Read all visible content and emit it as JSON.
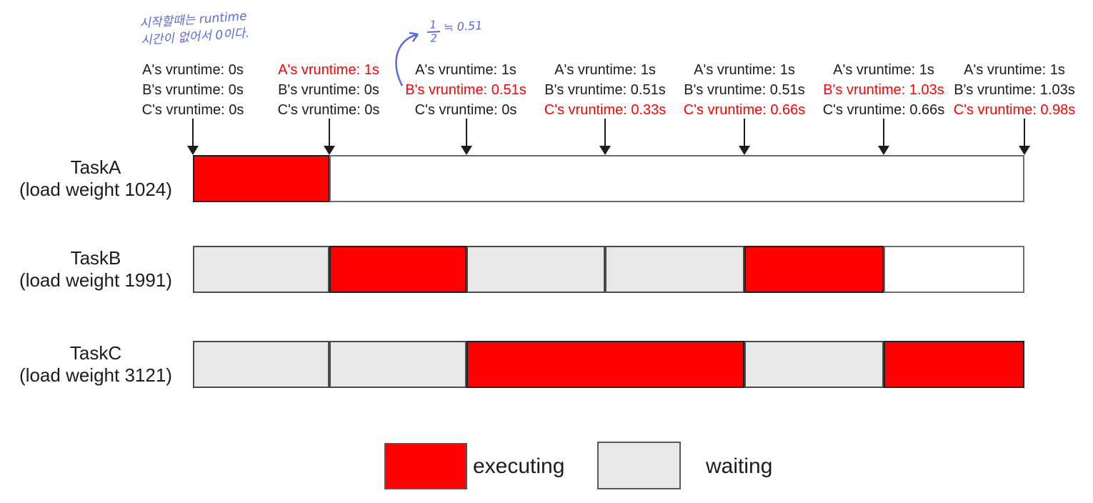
{
  "annotations": {
    "note1_line1": "시작할때는 runtime",
    "note1_line2": "시간이 없어서 0이다.",
    "note2": {
      "numerator": "1",
      "denominator": "2",
      "approx": "≒ 0.51"
    }
  },
  "vruntime_columns": [
    {
      "lines": [
        {
          "text": "A's vruntime: 0s",
          "highlighted": false
        },
        {
          "text": "B's vruntime: 0s",
          "highlighted": false
        },
        {
          "text": "C's vruntime: 0s",
          "highlighted": false
        }
      ]
    },
    {
      "lines": [
        {
          "text": "A's vruntime: 1s",
          "highlighted": true
        },
        {
          "text": "B's vruntime: 0s",
          "highlighted": false
        },
        {
          "text": "C's vruntime: 0s",
          "highlighted": false
        }
      ]
    },
    {
      "lines": [
        {
          "text": "A's vruntime: 1s",
          "highlighted": false
        },
        {
          "text": "B's vruntime: 0.51s",
          "highlighted": true
        },
        {
          "text": "C's vruntime: 0s",
          "highlighted": false
        }
      ]
    },
    {
      "lines": [
        {
          "text": "A's vruntime: 1s",
          "highlighted": false
        },
        {
          "text": "B's vruntime: 0.51s",
          "highlighted": false
        },
        {
          "text": "C's vruntime: 0.33s",
          "highlighted": true
        }
      ]
    },
    {
      "lines": [
        {
          "text": "A's vruntime: 1s",
          "highlighted": false
        },
        {
          "text": "B's vruntime: 0.51s",
          "highlighted": false
        },
        {
          "text": "C's vruntime: 0.66s",
          "highlighted": true
        }
      ]
    },
    {
      "lines": [
        {
          "text": "A's vruntime: 1s",
          "highlighted": false
        },
        {
          "text": "B's vruntime: 1.03s",
          "highlighted": true
        },
        {
          "text": "C's vruntime: 0.66s",
          "highlighted": false
        }
      ]
    },
    {
      "lines": [
        {
          "text": "A's vruntime: 1s",
          "highlighted": false
        },
        {
          "text": "B's vruntime: 1.03s",
          "highlighted": false
        },
        {
          "text": "C's vruntime: 0.98s",
          "highlighted": true
        }
      ]
    }
  ],
  "tasks": [
    {
      "name": "TaskA",
      "load_weight_label": "(load weight 1024)",
      "segments": [
        {
          "state": "executing",
          "slots": 1
        },
        {
          "state": "idle",
          "slots": 5
        }
      ]
    },
    {
      "name": "TaskB",
      "load_weight_label": "(load weight 1991)",
      "segments": [
        {
          "state": "waiting",
          "slots": 1
        },
        {
          "state": "executing",
          "slots": 1
        },
        {
          "state": "waiting",
          "slots": 1
        },
        {
          "state": "waiting",
          "slots": 1
        },
        {
          "state": "executing",
          "slots": 1
        },
        {
          "state": "idle",
          "slots": 1
        }
      ]
    },
    {
      "name": "TaskC",
      "load_weight_label": "(load weight 3121)",
      "segments": [
        {
          "state": "waiting",
          "slots": 1
        },
        {
          "state": "waiting",
          "slots": 1
        },
        {
          "state": "executing",
          "slots": 2
        },
        {
          "state": "waiting",
          "slots": 1
        },
        {
          "state": "executing",
          "slots": 1
        }
      ]
    }
  ],
  "legend": {
    "executing_label": "executing",
    "waiting_label": "waiting"
  },
  "colors": {
    "executing": "#ff0000",
    "waiting": "#e8e8e8",
    "highlight_text": "#ff0000",
    "annotation_blue": "#5a68e6"
  }
}
